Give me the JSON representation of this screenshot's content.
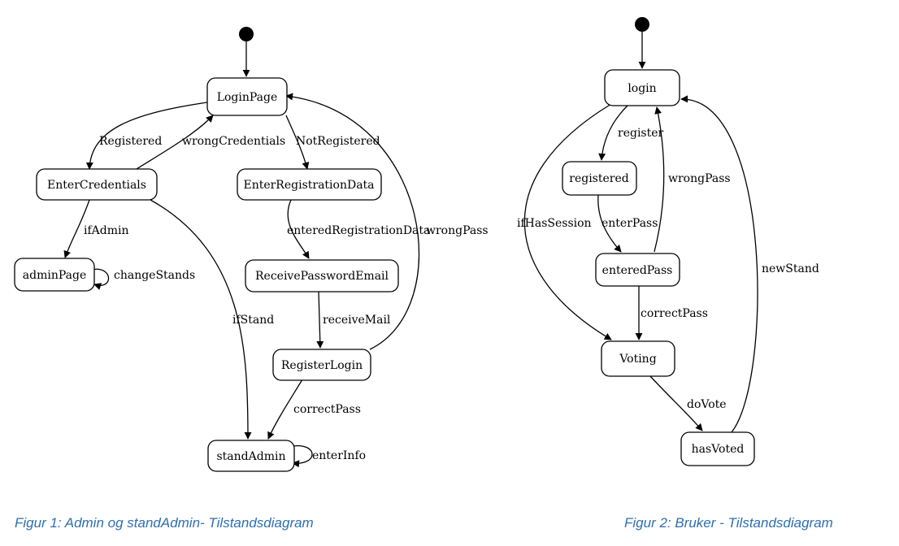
{
  "captions": {
    "figure1": "Figur 1: Admin og standAdmin- Tilstandsdiagram",
    "figure2": "Figur 2: Bruker - Tilstandsdiagram"
  },
  "diagram1": {
    "states": {
      "LoginPage": "LoginPage",
      "EnterCredentials": "EnterCredentials",
      "EnterRegistrationData": "EnterRegistrationData",
      "adminPage": "adminPage",
      "ReceivePasswordEmail": "ReceivePasswordEmail",
      "RegisterLogin": "RegisterLogin",
      "standAdmin": "standAdmin"
    },
    "transitions": {
      "Registered": "Registered",
      "wrongCredentials": "wrongCredentials",
      "NotRegistered": "NotRegistered",
      "ifAdmin": "ifAdmin",
      "changeStands": "changeStands",
      "enteredRegistrationData": "enteredRegistrationData",
      "wrongPass": "wrongPass",
      "ifStand": "ifStand",
      "receiveMail": "receiveMail",
      "correctPass": "correctPass",
      "enterInfo": "enterInfo"
    }
  },
  "diagram2": {
    "states": {
      "login": "login",
      "registered": "registered",
      "enteredPass": "enteredPass",
      "Voting": "Voting",
      "hasVoted": "hasVoted"
    },
    "transitions": {
      "register": "register",
      "wrongPass": "wrongPass",
      "ifHasSession": "ifHasSession",
      "enterPass": "enterPass",
      "newStand": "newStand",
      "correctPass": "correctPass",
      "doVote": "doVote"
    }
  }
}
